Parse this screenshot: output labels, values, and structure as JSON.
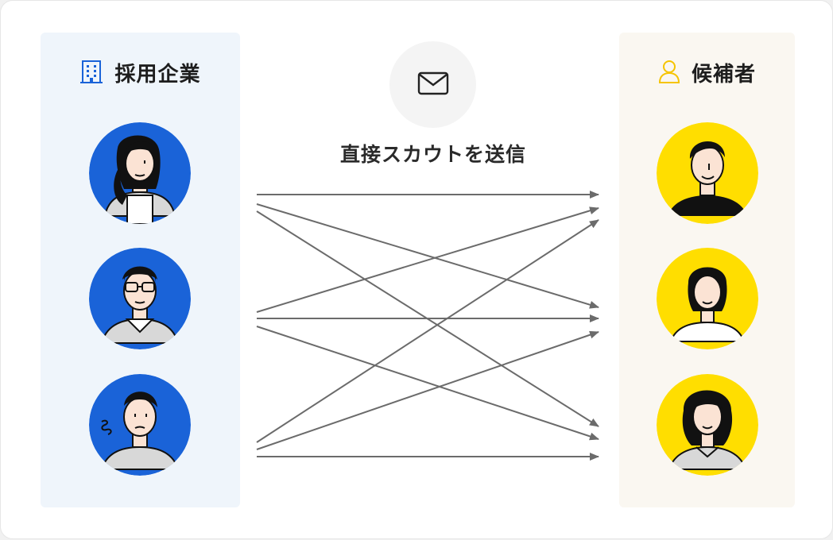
{
  "left_panel": {
    "title": "採用企業",
    "icon": "building-icon",
    "color": "#1a63d8",
    "background": "#eff5fb"
  },
  "right_panel": {
    "title": "候補者",
    "icon": "person-icon",
    "color": "#f5c400",
    "background": "#faf7f1"
  },
  "center": {
    "icon": "mail-icon",
    "caption": "直接スカウトを送信"
  },
  "companies": [
    {
      "name": "company-avatar-1"
    },
    {
      "name": "company-avatar-2"
    },
    {
      "name": "company-avatar-3"
    }
  ],
  "candidates": [
    {
      "name": "candidate-avatar-1"
    },
    {
      "name": "candidate-avatar-2"
    },
    {
      "name": "candidate-avatar-3"
    }
  ],
  "connections": [
    {
      "from": 1,
      "to": 1
    },
    {
      "from": 1,
      "to": 2
    },
    {
      "from": 1,
      "to": 3
    },
    {
      "from": 2,
      "to": 1
    },
    {
      "from": 2,
      "to": 2
    },
    {
      "from": 2,
      "to": 3
    },
    {
      "from": 3,
      "to": 1
    },
    {
      "from": 3,
      "to": 2
    },
    {
      "from": 3,
      "to": 3
    }
  ]
}
